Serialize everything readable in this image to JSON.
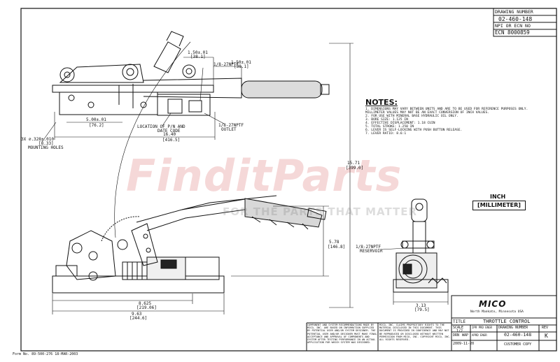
{
  "title_block_top": {
    "drawing_number_label": "DRAWING NUMBER",
    "drawing_number": "02-460-148",
    "npi_label": "NPI OR ECN NO",
    "ecn": "ECN 8000859"
  },
  "dimensions": {
    "top_dim_1": "1.50±.01",
    "top_dim_1_mm": "[38.1]",
    "top_dim_2": "1.50±.01",
    "top_dim_2_mm": "[38.1]",
    "dim_500": "5.00±.01",
    "dim_500_mm": "[76.2]",
    "dim_1640": "16.40",
    "dim_1640_mm": "[416.5]",
    "dim_1571": "15.71",
    "dim_1571_mm": "[399.0]",
    "dim_578": "5.78",
    "dim_578_mm": "[146.8]",
    "dim_8625": "8.625",
    "dim_8625_mm": "[219.06]",
    "dim_963": "9.63",
    "dim_963_mm": "[244.6]",
    "dim_313": "3.13",
    "dim_313_mm": "[79.5]"
  },
  "callouts": {
    "mounting_holes": "3X ⌀.328±.010",
    "mounting_holes_mm": "[8.33]",
    "mounting_holes_label": "MOUNTING HOLES",
    "location_pn": "LOCATION OF P/N AND",
    "date_code": "DATE CODE",
    "outlet_port": "1/8-27NPTF",
    "outlet_label": "OUTLET",
    "reservoir_port": "1/8-27NPTF",
    "reservoir_label": "RESERVOIR",
    "port_top": "1/8-27NPTF"
  },
  "notes": {
    "title": "NOTES:",
    "lines": [
      "1.  DIMENSIONS MAY VARY BETWEEN UNITS AND ARE TO BE USED FOR REFERENCE PURPOSES ONLY.",
      "    MILLIMETER VALUES MAY NOT BE AN EXACT CONVERSION OF INCH VALUES.",
      "2.  FOR USE WITH MINERAL BASE HYDRAULIC OIL ONLY.",
      "3.  BORE SIZE: 1.125 IN",
      "4.  EFFECTIVE DISPLACEMENT: 1.18 CUIN",
      "5.  TOTAL STROKE: 1.250 IN",
      "6.  LEVER IS SELF-LOCKING WITH PUSH BUTTON RELEASE.",
      "7.  LEVER RATIO: 8.6:1"
    ]
  },
  "units": {
    "inch": "INCH",
    "mm": "[MILLIMETER]"
  },
  "watermark": {
    "brand": "FinditParts",
    "tagline": "FOR THE PARTS THAT MATTER"
  },
  "title_block": {
    "logo": "MICO",
    "location": "North Mankato, Minnesota USA",
    "title_label": "TITLE",
    "title": "THROTTLE CONTROL",
    "scale_label": "SCALE",
    "scale": "1/2",
    "drn_label": "DRN",
    "drn": "WAP",
    "date": "2009-11-20",
    "ipr_label": "IPR PRD ENGR",
    "aprd_label": "APRD ENGR",
    "drawing_number_label": "DRAWING NUMBER",
    "drawing_number": "02-460-148",
    "rev_label": "REV",
    "rev": "K",
    "customer_copy": "CUSTOMER COPY"
  },
  "disclaimers": {
    "left": "COMPONENT AND SYSTEM RECOMMENDATIONS MADE BY MICO, INC. ARE BASED ON INFORMATION SUPPLIED BY POTENTIAL USER AND/OR SYSTEM DESIGNER. THE POTENTIAL USER AND/OR DESIGNER MUST MAKE FINAL ACCEPTANCE AND APPROVAL OF COMPONENTS AND SYSTEM AFTER TESTING PERFORMANCE IN AN ACTUAL APPLICATION FOR WHICH SYSTEM WAS DESIGNED.",
    "right": "MICO, INC. CLAIMS PROPRIETARY RIGHTS TO THE MATERIAL DISCLOSED IN THIS DOCUMENT. THIS DOCUMENT IS PROVIDED IN CONFIDENCE AND MAY NOT BE REPRODUCED OR DISCLOSED WITHOUT WRITTEN PERMISSION FROM MICO, INC. COPYRIGHT MICO, INC. ALL RIGHTS RESERVED."
  },
  "form": "Form No. 89-500-276  18-MAR-2003"
}
